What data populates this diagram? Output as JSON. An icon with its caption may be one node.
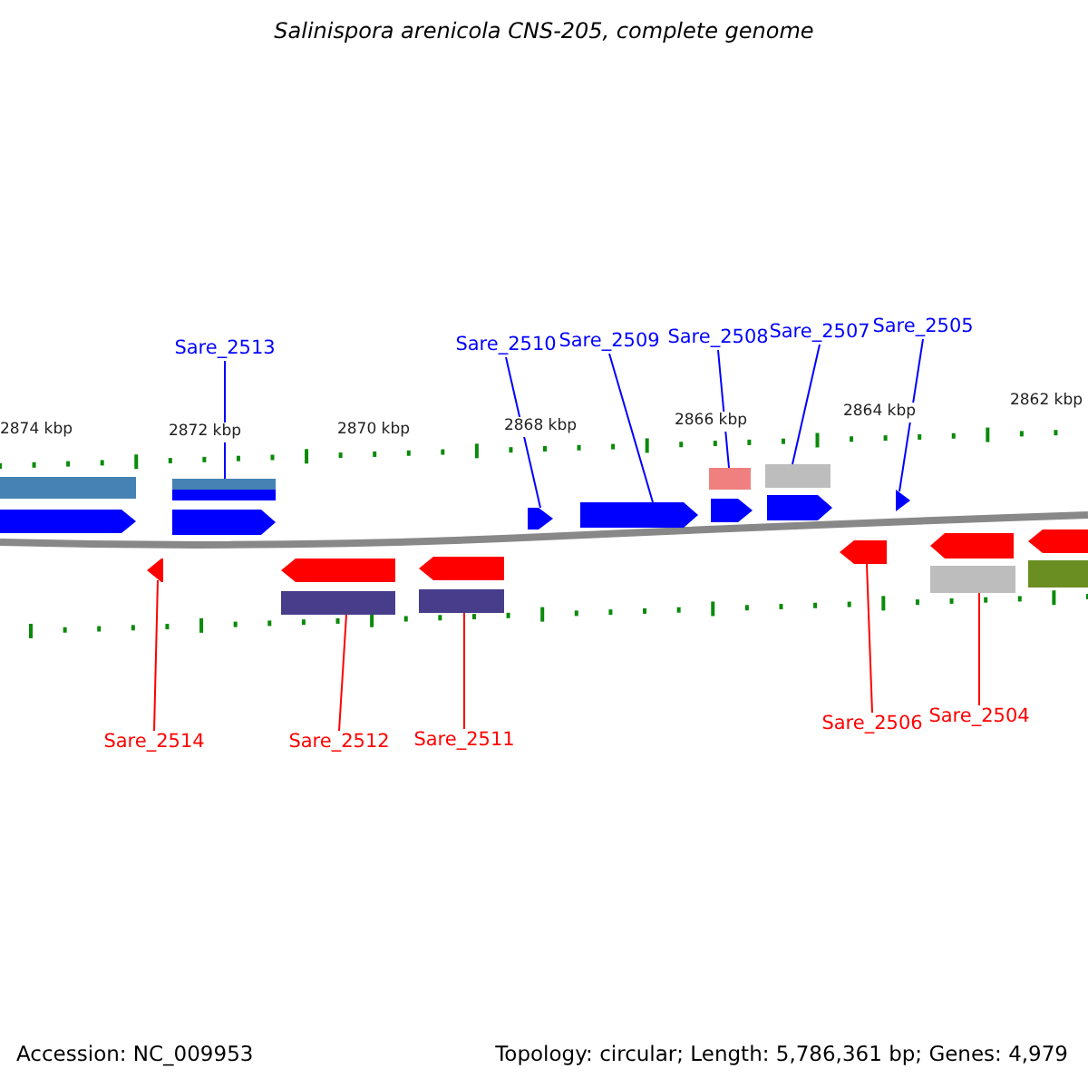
{
  "diagram": {
    "title": "Salinispora arenicola CNS-205, complete genome",
    "nodes": [
      {
        "text": [
          "Sare_2513"
        ]
      },
      {
        "text": [
          "Sare_2510"
        ]
      },
      {
        "text": [
          "Sare_2509"
        ]
      },
      {
        "text": [
          "Sare_2508"
        ]
      },
      {
        "text": [
          "Sare_2507"
        ]
      },
      {
        "text": [
          "Sare_2505"
        ]
      },
      {
        "text": [
          "Sare_2514"
        ]
      },
      {
        "text": [
          "Sare_2512"
        ]
      },
      {
        "text": [
          "Sare_2511"
        ]
      },
      {
        "text": [
          "Sare_2506"
        ]
      },
      {
        "text": [
          "Sare_2504"
        ]
      },
      {
        "text": [],
        "shape": "bar"
      },
      {
        "text": [],
        "shape": "arrow"
      },
      {
        "text": [],
        "shape": "arrow"
      },
      {
        "text": [],
        "shape": "bar"
      },
      {
        "text": [],
        "shape": "arrow"
      },
      {
        "text": [],
        "shape": "arrow"
      },
      {
        "text": [],
        "shape": "bar"
      },
      {
        "text": [],
        "shape": "arrow"
      },
      {
        "text": [],
        "shape": "bar"
      },
      {
        "text": [],
        "shape": "arrow"
      },
      {
        "text": [],
        "shape": "arrow"
      },
      {
        "text": [],
        "shape": "bar"
      },
      {
        "text": [],
        "shape": "arrow"
      },
      {
        "text": [],
        "shape": "bar"
      },
      {
        "text": [],
        "shape": "arrow"
      },
      {
        "text": [],
        "shape": "arrow"
      },
      {
        "text": [],
        "shape": "arrow"
      },
      {
        "text": [],
        "shape": "arrow"
      },
      {
        "text": [],
        "shape": "bar"
      },
      {
        "text": [],
        "shape": "arrow"
      },
      {
        "text": [],
        "shape": "bar"
      }
    ],
    "edges": [
      {
        "from": 0,
        "to": 14,
        "arrow": "none"
      },
      {
        "from": 1,
        "to": 20,
        "arrow": "none"
      },
      {
        "from": 2,
        "to": 21,
        "arrow": "none"
      },
      {
        "from": 3,
        "to": 22,
        "arrow": "none"
      },
      {
        "from": 4,
        "to": 24,
        "arrow": "none"
      },
      {
        "from": 5,
        "to": 27,
        "arrow": "none"
      },
      {
        "from": 6,
        "to": 13,
        "arrow": "none",
        "color": "#ff0000"
      },
      {
        "from": 7,
        "to": 17,
        "arrow": "none",
        "color": "#ff0000"
      },
      {
        "from": 8,
        "to": 19,
        "arrow": "none",
        "color": "#ff0000"
      },
      {
        "from": 9,
        "to": 26,
        "arrow": "none",
        "color": "#ff0000"
      },
      {
        "from": 10,
        "to": 29,
        "arrow": "none",
        "color": "#ff0000"
      }
    ],
    "labels": [
      "2874 kbp",
      "2872 kbp",
      "2870 kbp",
      "2868 kbp",
      "2866 kbp",
      "2864 kbp",
      "2862 kbp",
      "Accession: NC_009953",
      "Topology: circular; Length: 5,786,361 bp; Genes: 4,979"
    ]
  }
}
